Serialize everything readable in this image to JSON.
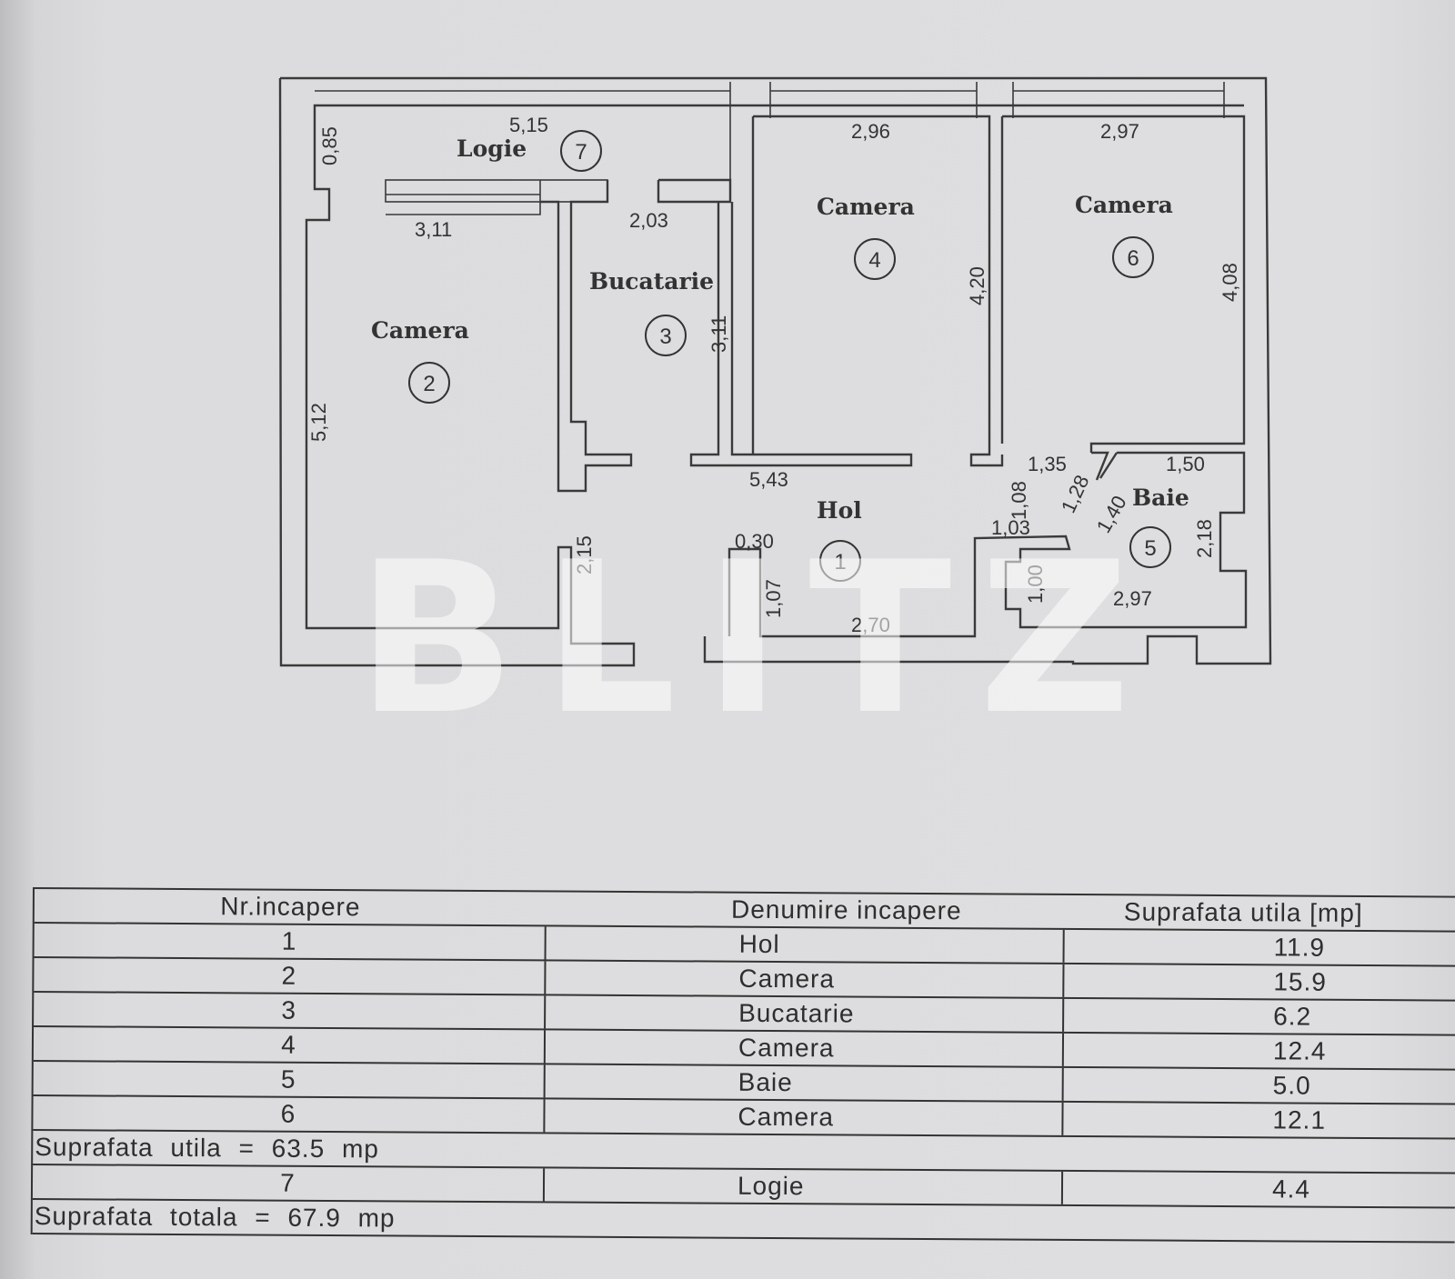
{
  "plan": {
    "rooms": [
      {
        "num": "1",
        "name": "Hol"
      },
      {
        "num": "2",
        "name": "Camera"
      },
      {
        "num": "3",
        "name": "Bucatarie"
      },
      {
        "num": "4",
        "name": "Camera"
      },
      {
        "num": "5",
        "name": "Baie"
      },
      {
        "num": "6",
        "name": "Camera"
      },
      {
        "num": "7",
        "name": "Logie"
      }
    ],
    "dims": {
      "logie_width": "5,15",
      "logie_depth": "0,85",
      "camera2_top": "3,11",
      "camera2_height": "5,12",
      "bucatarie_top": "2,03",
      "bucatarie_height": "3,11",
      "camera4_top": "2,96",
      "camera4_height": "4,20",
      "camera6_top": "2,97",
      "camera6_height": "4,08",
      "hol_length": "5,43",
      "hol_bottom": "2,70",
      "hol_wall": "0,30",
      "hol_side": "1,07",
      "door_left": "2,15",
      "d_135": "1,35",
      "d_128": "1,28",
      "d_108": "1,08",
      "d_103": "1,03",
      "d_100": "1,00",
      "d_140": "1,40",
      "baie_top": "1,50",
      "baie_side": "2,18",
      "baie_bottom": "2,97"
    },
    "watermark": "BLITZ"
  },
  "table": {
    "headers": [
      "Nr.incapere",
      "Denumire incapere",
      "Suprafata utila [mp]"
    ],
    "rows": [
      {
        "nr": "1",
        "name": "Hol",
        "area": "11.9"
      },
      {
        "nr": "2",
        "name": "Camera",
        "area": "15.9"
      },
      {
        "nr": "3",
        "name": "Bucatarie",
        "area": "6.2"
      },
      {
        "nr": "4",
        "name": "Camera",
        "area": "12.4"
      },
      {
        "nr": "5",
        "name": "Baie",
        "area": "5.0"
      },
      {
        "nr": "6",
        "name": "Camera",
        "area": "12.1"
      }
    ],
    "subtotal": "Suprafata utila = 63.5 mp",
    "extra_row": {
      "nr": "7",
      "name": "Logie",
      "area": "4.4"
    },
    "total": "Suprafata totala = 67.9 mp"
  }
}
